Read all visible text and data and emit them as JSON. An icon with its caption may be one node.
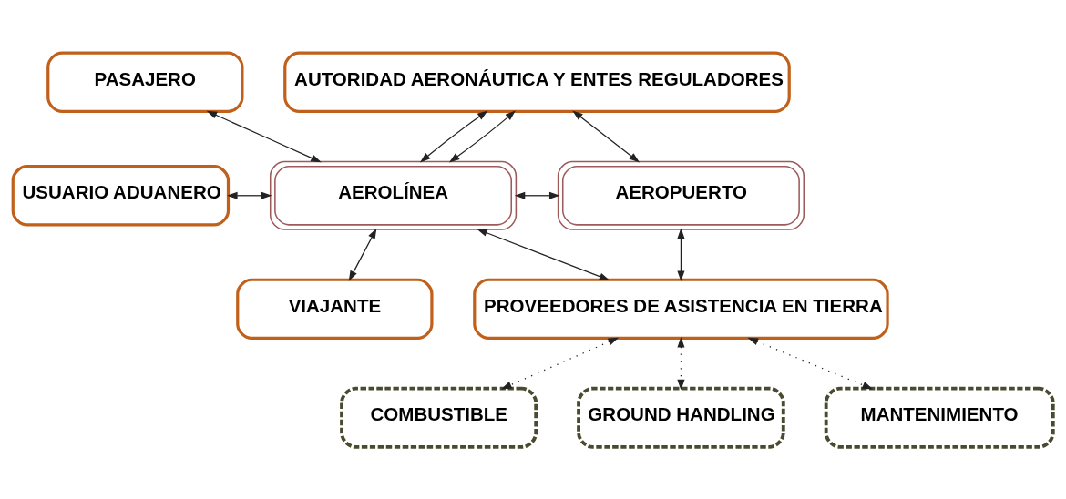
{
  "diagram": {
    "nodes": [
      {
        "text": [
          "AUTORIDAD AERONÁUTICA Y ENTES REGULADORES"
        ]
      },
      {
        "text": [
          "PASAJERO"
        ]
      },
      {
        "text": [
          "USUARIO ADUANERO"
        ]
      },
      {
        "text": [
          "AEROLÍNEA"
        ]
      },
      {
        "text": [
          "AEROPUERTO"
        ]
      },
      {
        "text": [
          "VIAJANTE"
        ]
      },
      {
        "text": [
          "PROVEEDORES DE ASISTENCIA EN TIERRA"
        ]
      },
      {
        "text": [
          "COMBUSTIBLE"
        ]
      },
      {
        "text": [
          "GROUND HANDLING"
        ]
      },
      {
        "text": [
          "MANTENIMIENTO"
        ]
      }
    ],
    "edges": [
      {
        "from": 3,
        "to": 0,
        "arrow": "both"
      },
      {
        "from": 1,
        "to": 3,
        "arrow": "both"
      },
      {
        "from": 2,
        "to": 3,
        "arrow": "both"
      },
      {
        "from": 5,
        "to": 3,
        "arrow": "both"
      },
      {
        "from": 0,
        "to": 3,
        "arrow": "both"
      },
      {
        "from": 0,
        "to": 4,
        "arrow": "both"
      },
      {
        "from": 3,
        "to": 4,
        "arrow": "both"
      },
      {
        "from": 3,
        "to": 6,
        "arrow": "both"
      },
      {
        "from": 4,
        "to": 6,
        "arrow": "both"
      },
      {
        "from": 6,
        "to": 7,
        "arrow": "both",
        "style": "dashed"
      },
      {
        "from": 6,
        "to": 8,
        "arrow": "both",
        "style": "dashed"
      },
      {
        "from": 6,
        "to": 9,
        "arrow": "both",
        "style": "dashed"
      }
    ]
  }
}
